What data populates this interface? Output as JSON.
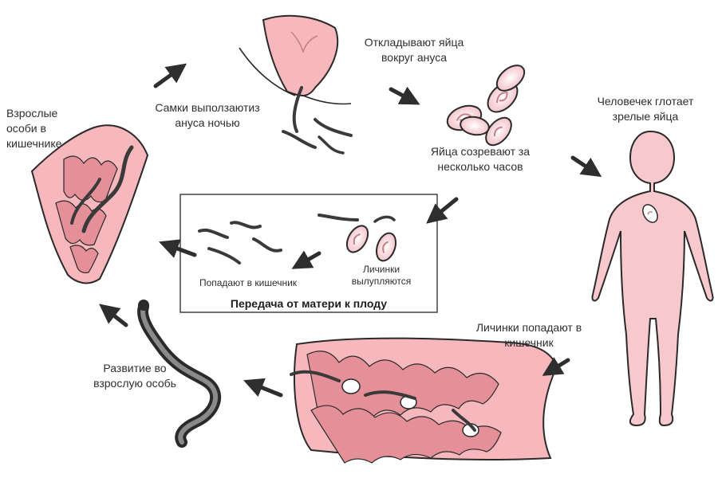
{
  "colors": {
    "tissue_fill": "#f6b7bd",
    "tissue_dark": "#e58f99",
    "outline": "#2a2a2a",
    "worm": "#3a3a3a",
    "egg_fill": "#f4c3c9",
    "body_fill": "#f7c9cc",
    "arrow": "#2e2e2e",
    "box_border": "#444444"
  },
  "labels": {
    "adults": "Взрослые\nособи в\nкишечнике",
    "females_crawl": "Самки выползаютиз\nануса ночью",
    "lay_eggs": "Откладывают яйца\nвокруг ануса",
    "eggs_mature": "Яйца созревают за\nнесколько часов",
    "swallow": "Человечек глотает\nзрелые яйца",
    "larvae_hatch": "Личинки\nвылупляются",
    "enter_intestine": "Попадают в кишечник",
    "transmission": "Передача от матери к плоду",
    "larvae_intestine": "Личинки попадают в\nкишечник",
    "development": "Развитие во\nвзрослую особь"
  },
  "icons": [
    "cycle-arrow-icon",
    "worm-icon",
    "egg-icon",
    "intestine-icon",
    "human-body-icon",
    "anus-tissue-icon"
  ]
}
